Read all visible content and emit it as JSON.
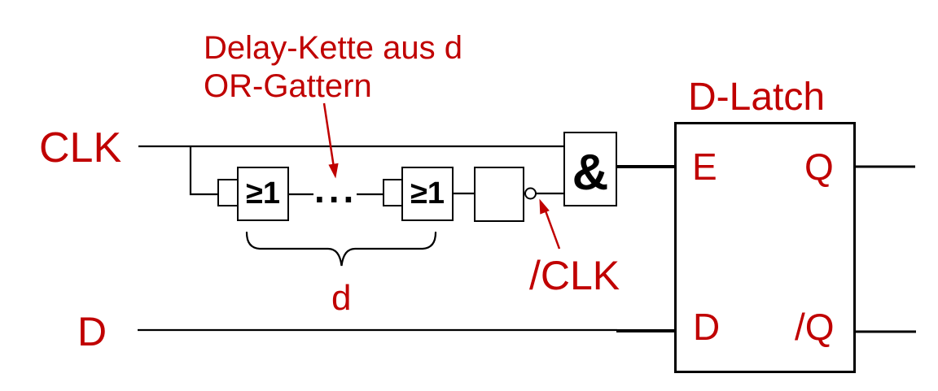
{
  "colors": {
    "accent_red": "#C00000",
    "wire_black": "#000000",
    "background": "#FFFFFF"
  },
  "labels": {
    "clk": "CLK",
    "d_input": "D",
    "delay_note_line1": "Delay-Kette aus d",
    "delay_note_line2": "OR-Gattern",
    "brace_count": "d",
    "inverted_clock": "/CLK",
    "latch_title": "D-Latch"
  },
  "gates": {
    "or1": "≥1",
    "or2": "≥1",
    "dots": "...",
    "and": "&"
  },
  "latch_pins": {
    "enable": "E",
    "q": "Q",
    "data": "D",
    "q_not": "/Q"
  }
}
